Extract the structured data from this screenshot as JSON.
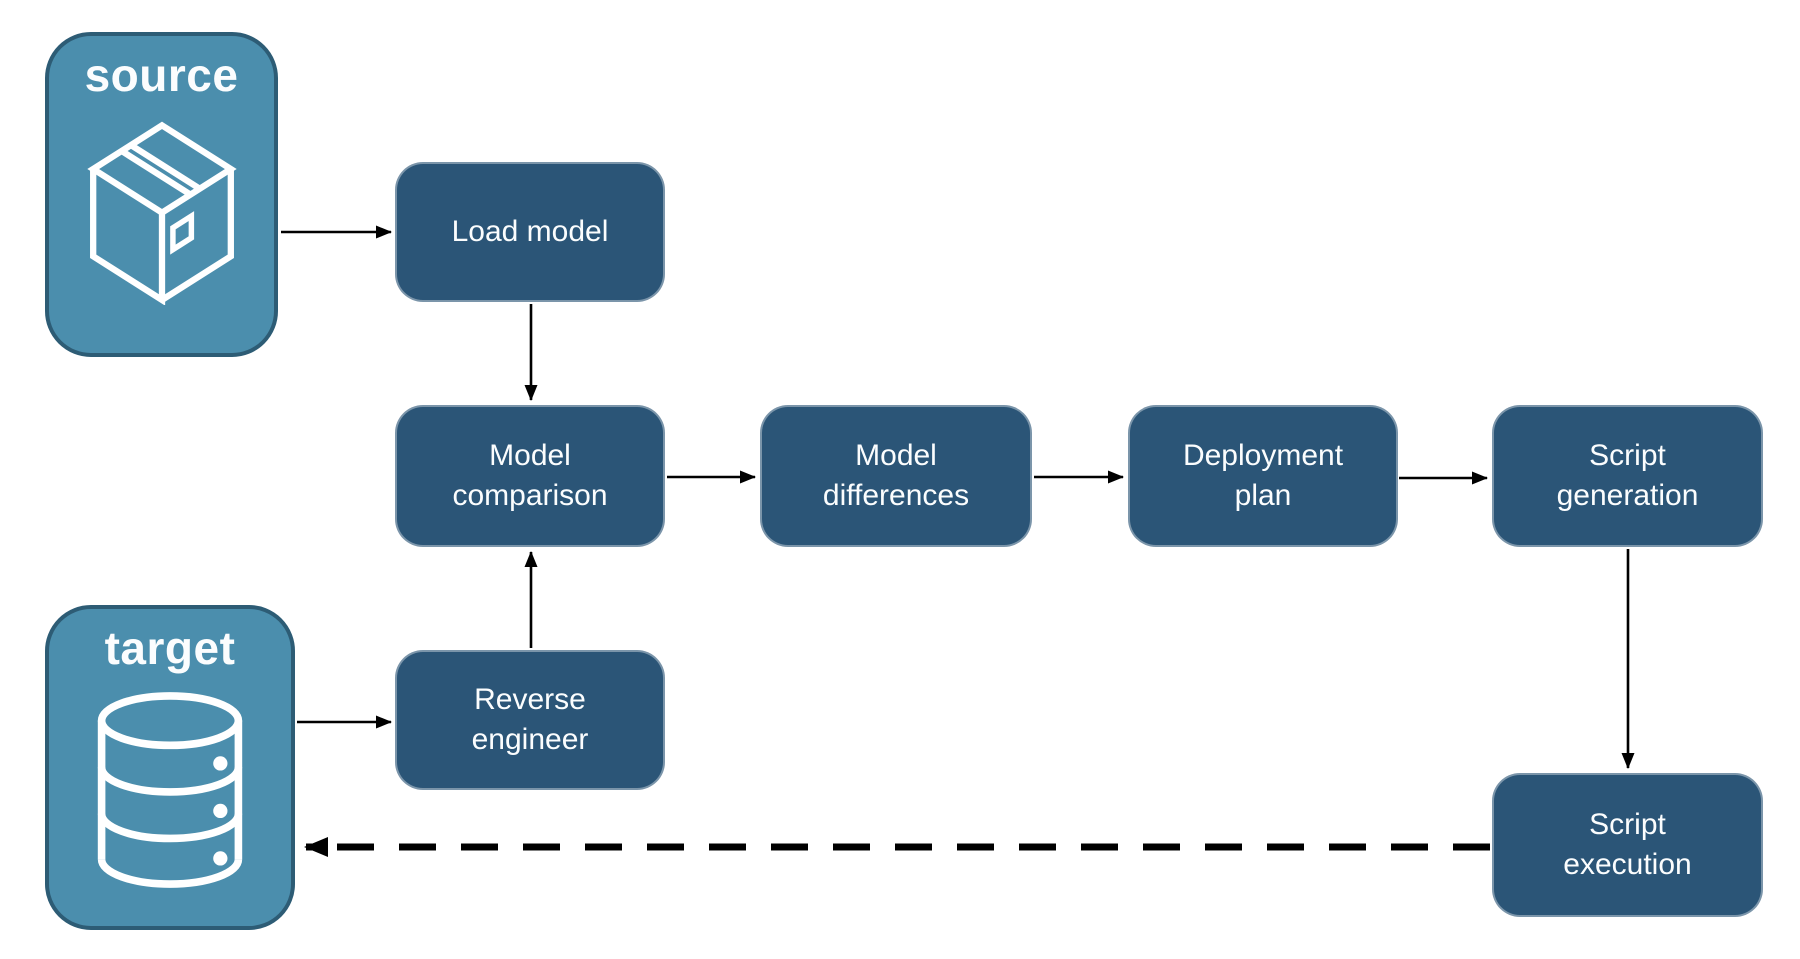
{
  "nodes": {
    "source": {
      "label": "source",
      "icon": "package-icon",
      "type": "endpoint"
    },
    "target": {
      "label": "target",
      "icon": "database-icon",
      "type": "endpoint"
    },
    "load_model": {
      "label": "Load model",
      "type": "step"
    },
    "model_comparison": {
      "label": "Model comparison",
      "type": "step"
    },
    "model_differences": {
      "label": "Model differences",
      "type": "step"
    },
    "deployment_plan": {
      "label": "Deployment plan",
      "type": "step"
    },
    "script_generation": {
      "label": "Script generation",
      "type": "step"
    },
    "reverse_engineer": {
      "label": "Reverse engineer",
      "type": "step"
    },
    "script_execution": {
      "label": "Script execution",
      "type": "step"
    }
  },
  "edges": [
    {
      "from": "source",
      "to": "load_model",
      "style": "solid"
    },
    {
      "from": "load_model",
      "to": "model_comparison",
      "style": "solid"
    },
    {
      "from": "target",
      "to": "reverse_engineer",
      "style": "solid"
    },
    {
      "from": "reverse_engineer",
      "to": "model_comparison",
      "style": "solid"
    },
    {
      "from": "model_comparison",
      "to": "model_differences",
      "style": "solid"
    },
    {
      "from": "model_differences",
      "to": "deployment_plan",
      "style": "solid"
    },
    {
      "from": "deployment_plan",
      "to": "script_generation",
      "style": "solid"
    },
    {
      "from": "script_generation",
      "to": "script_execution",
      "style": "solid"
    },
    {
      "from": "script_execution",
      "to": "target",
      "style": "dashed"
    }
  ],
  "colors": {
    "step_fill": "#2B5577",
    "endpoint_fill": "#4B8EAD",
    "endpoint_border": "#2D5C75",
    "arrow": "#000000",
    "label_text": "#FBFDFE",
    "background": "#FFFFFF"
  }
}
